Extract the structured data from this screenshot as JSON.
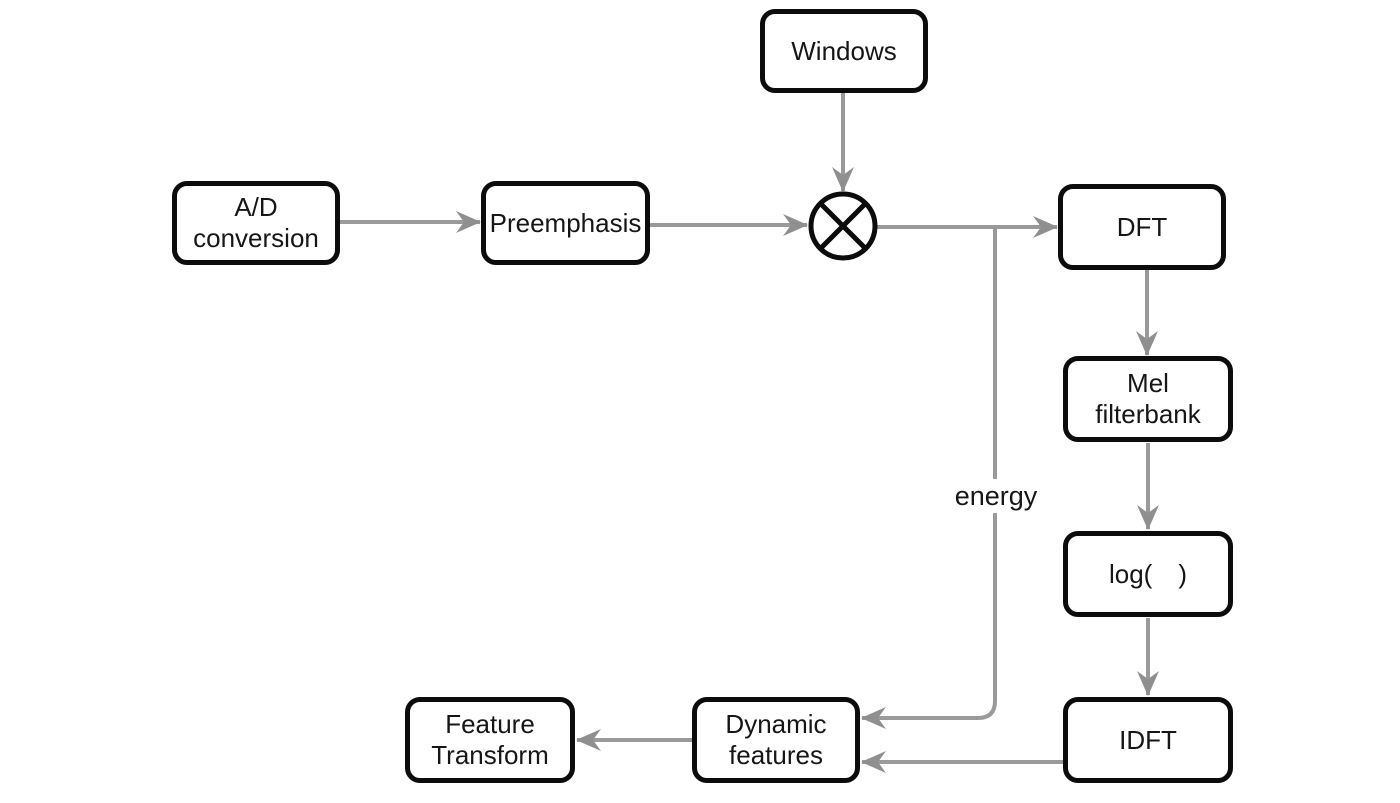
{
  "diagram": {
    "nodes": {
      "windows": {
        "label": "Windows"
      },
      "ad_conversion": {
        "label": "A/D\nconversion"
      },
      "preemphasis": {
        "label": "Preemphasis"
      },
      "dft": {
        "label": "DFT"
      },
      "mel_filterbank": {
        "label": "Mel\nfilterbank"
      },
      "log": {
        "label": "log( )"
      },
      "idft": {
        "label": "IDFT"
      },
      "dynamic_features": {
        "label": "Dynamic\nfeatures"
      },
      "feature_transform": {
        "label": "Feature\nTransform"
      }
    },
    "junction": {
      "icon": "circled-times-multiply-icon"
    },
    "edge_labels": {
      "energy": "energy"
    },
    "colors": {
      "background": "#ffffff",
      "box_border": "#0c0c0c",
      "box_fill": "#ffffff",
      "text": "#161616",
      "connector": "#9a9a9a",
      "arrowhead": "#8f8f8f"
    }
  }
}
